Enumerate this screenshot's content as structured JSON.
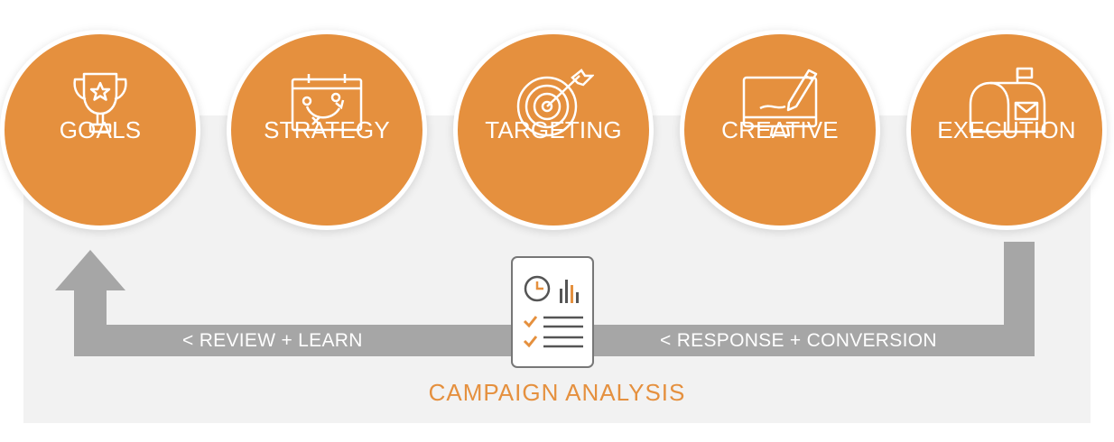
{
  "steps": [
    {
      "label": "GOALS",
      "icon": "trophy-icon"
    },
    {
      "label": "STRATEGY",
      "icon": "playbook-icon"
    },
    {
      "label": "TARGETING",
      "icon": "target-icon"
    },
    {
      "label": "CREATIVE",
      "icon": "monitor-pencil-icon"
    },
    {
      "label": "EXECUTION",
      "icon": "mailbox-icon"
    }
  ],
  "loop": {
    "left_label": "< REVIEW + LEARN",
    "right_label": "< RESPONSE + CONVERSION",
    "center_icon": "report-checklist-icon",
    "title": "CAMPAIGN ANALYSIS"
  },
  "colors": {
    "accent": "#e5903e",
    "arrow": "#a6a6a6",
    "panel": "#f2f2f2",
    "report_outline": "#777777"
  }
}
